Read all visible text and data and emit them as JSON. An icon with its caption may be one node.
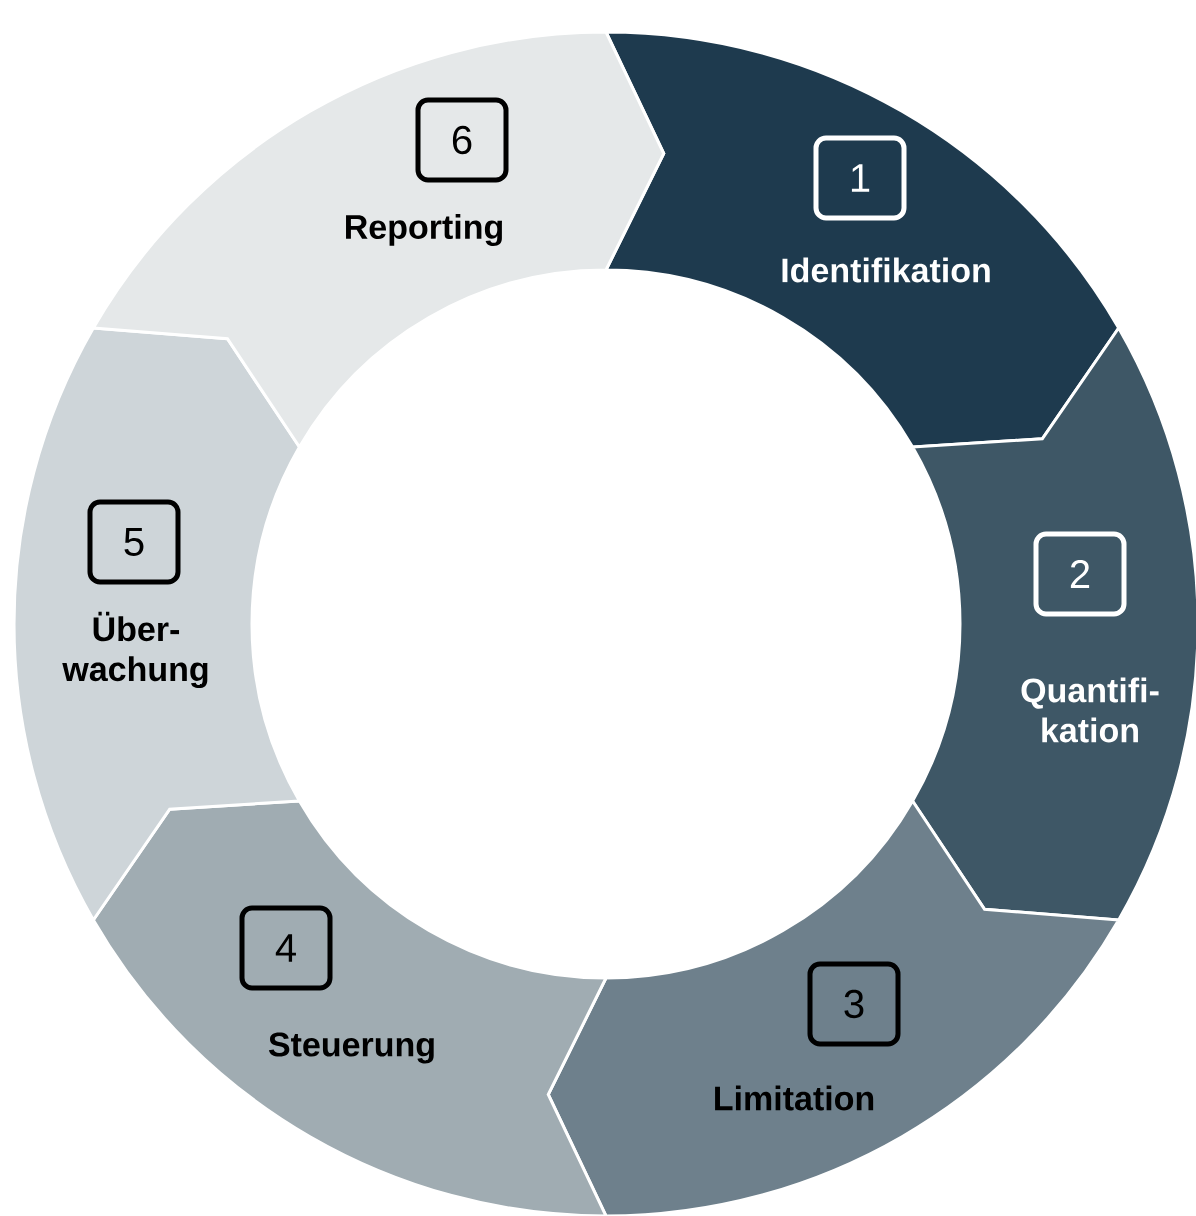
{
  "diagram": {
    "nodes": [
      {
        "text": [
          "1",
          "Identifikation"
        ]
      },
      {
        "text": [
          "2",
          "Quantifi-kation"
        ]
      },
      {
        "text": [
          "3",
          "Limitation"
        ]
      },
      {
        "text": [
          "4",
          "Steuerung"
        ]
      },
      {
        "text": [
          "5",
          "Über-wachung"
        ]
      },
      {
        "text": [
          "6",
          "Reporting"
        ]
      }
    ]
  }
}
